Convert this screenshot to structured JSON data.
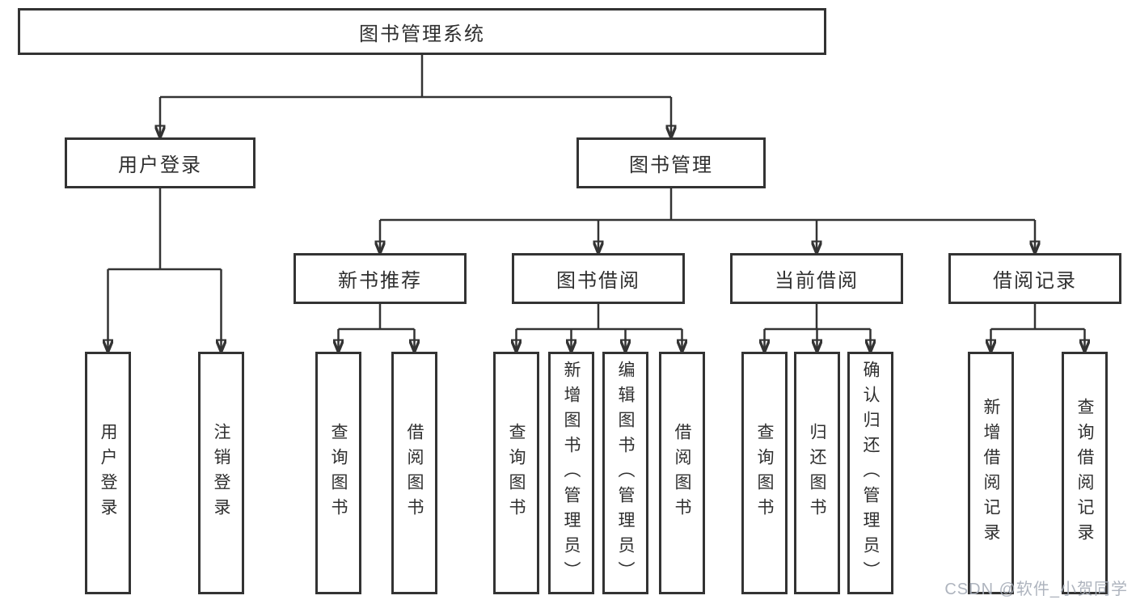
{
  "tree": {
    "root": {
      "label": "图书管理系统",
      "children": [
        {
          "label": "用户登录",
          "children": [
            {
              "label": "用户登录"
            },
            {
              "label": "注销登录"
            }
          ]
        },
        {
          "label": "图书管理",
          "children": [
            {
              "label": "新书推荐",
              "children": [
                {
                  "label": "查询图书"
                },
                {
                  "label": "借阅图书"
                }
              ]
            },
            {
              "label": "图书借阅",
              "children": [
                {
                  "label": "查询图书"
                },
                {
                  "label": "新增图书（管理员）"
                },
                {
                  "label": "编辑图书（管理员）"
                },
                {
                  "label": "借阅图书"
                }
              ]
            },
            {
              "label": "当前借阅",
              "children": [
                {
                  "label": "查询图书"
                },
                {
                  "label": "归还图书"
                },
                {
                  "label": "确认归还（管理员）"
                }
              ]
            },
            {
              "label": "借阅记录",
              "children": [
                {
                  "label": "新增借阅记录"
                },
                {
                  "label": "查询借阅记录"
                }
              ]
            }
          ]
        }
      ]
    }
  },
  "watermark": "CSDN @软件_小贺同学",
  "colors": {
    "line": "#333333",
    "text": "#2f2f2f",
    "background": "#ffffff",
    "watermark": "#a8aeb9"
  }
}
